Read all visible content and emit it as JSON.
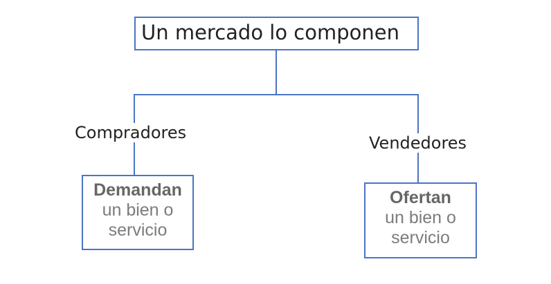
{
  "diagram": {
    "root": {
      "label": "Un mercado lo componen"
    },
    "branches": [
      {
        "label": "Compradores",
        "child": {
          "title": "Demandan",
          "line1": "un bien o",
          "line2": "servicio"
        }
      },
      {
        "label": "Vendedores",
        "child": {
          "title": "Ofertan",
          "line1": "un bien o",
          "line2": "servicio"
        }
      }
    ],
    "colors": {
      "connector": "#4a74c2",
      "text": "#222222",
      "leaf_title": "#666666",
      "leaf_body": "#7c7c7c"
    }
  }
}
